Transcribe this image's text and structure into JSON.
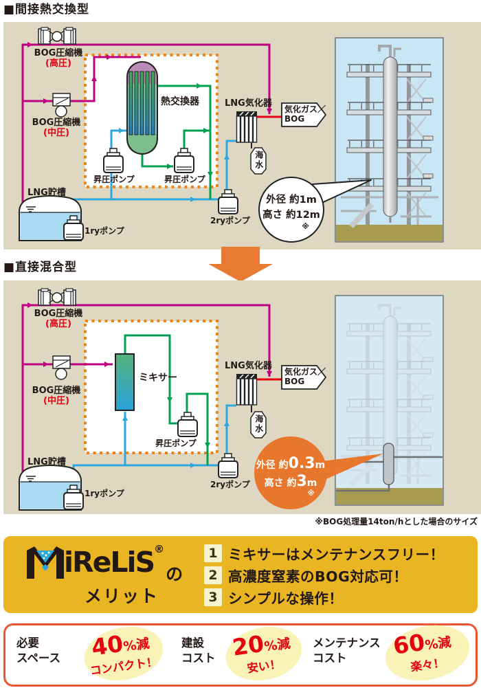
{
  "page": {
    "section1_title": "■間接熱交換型",
    "section2_title": "■直接混合型",
    "size_note": "※BOG処理量14ton/hとした場合のサイズ"
  },
  "diagram_labels": {
    "bog_compressor": "BOG圧縮機",
    "high_pressure": "(高圧)",
    "mid_pressure": "(中圧)",
    "heat_exchanger": "熱交換器",
    "mixer": "ミキサー",
    "lng_vaporizer": "LNG気化器",
    "gas_out_1": "気化ガス／",
    "gas_out_2": "BOG",
    "seawater": "海水",
    "boost_pump": "昇圧ポンプ",
    "lng_tank": "LNG貯槽",
    "pump_1ry": "1ryポンプ",
    "pump_2ry": "2ryポンプ"
  },
  "bubbles": {
    "indirect": {
      "line1": "外径 約1m",
      "line2": "高さ 約12m",
      "note": "※"
    },
    "direct": {
      "pre1": "外径 約",
      "big1": "0.3",
      "unit1": "m",
      "pre2": "高さ 約",
      "big2": "3",
      "unit2": "m",
      "note": "※"
    }
  },
  "merits": {
    "brand": "iReLiS",
    "reg": "®",
    "particle": "の",
    "word": "メリット",
    "items": [
      {
        "num": "1",
        "text": "ミキサーはメンテナンスフリー！"
      },
      {
        "num": "2",
        "text": "高濃度窒素のBOG対応可！"
      },
      {
        "num": "3",
        "text": "シンプルな操作！"
      }
    ]
  },
  "benefits": [
    {
      "line1": "必要",
      "line2": "スペース",
      "value": "40",
      "suffix": "%減",
      "tag": "コンパクト！"
    },
    {
      "line1": "建設",
      "line2": "コスト",
      "value": "20",
      "suffix": "%減",
      "tag": "安い！"
    },
    {
      "line1": "メンテナンス",
      "line2": "コスト",
      "value": "60",
      "suffix": "%減",
      "tag": "楽々！"
    }
  ],
  "colors": {
    "panel_bg": "#DED8C2",
    "magenta": "#BE0080",
    "blue": "#2EA7E0",
    "green": "#00A053",
    "red": "#E60012",
    "orange_dotted": "#F08318",
    "arrow_orange": "#E87A33",
    "banner_yellow": "#E9B522",
    "promo_border": "#EA5532",
    "badge_yellow": "#FAF3B8",
    "text_dark": "#231815",
    "sky": "#C9E6F4",
    "ground": "#A89C50"
  }
}
